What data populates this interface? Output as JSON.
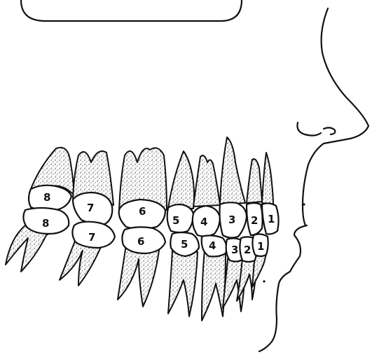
{
  "upper_teeth": [
    {
      "number": "8"
    },
    {
      "number": "7"
    },
    {
      "number": "6"
    },
    {
      "number": "5"
    },
    {
      "number": "4"
    },
    {
      "number": "3"
    },
    {
      "number": "2"
    },
    {
      "number": "1"
    }
  ],
  "lower_teeth": [
    {
      "number": "8"
    },
    {
      "number": "7"
    },
    {
      "number": "6"
    },
    {
      "number": "5"
    },
    {
      "number": "4"
    },
    {
      "number": "3"
    },
    {
      "number": "2"
    },
    {
      "number": "1"
    }
  ]
}
